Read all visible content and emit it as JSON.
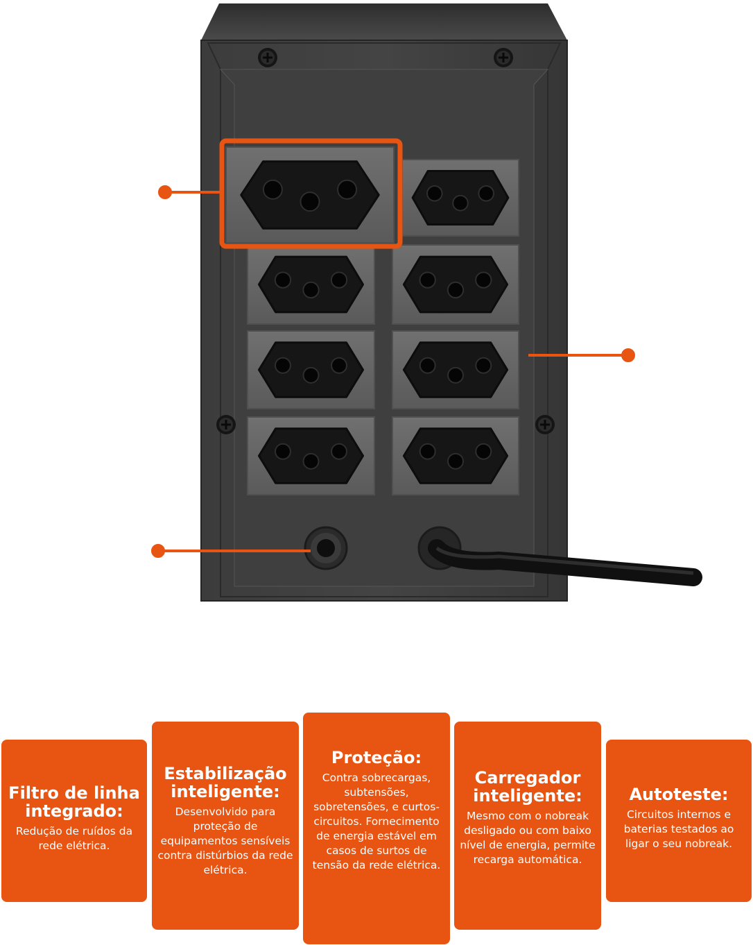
{
  "colors": {
    "accent": "#e85412",
    "body_dark": "#3a3a3a",
    "panel": "#626262",
    "socket": "#161616"
  },
  "features": [
    {
      "title": "Filtro de linha integrado:",
      "text": "Redução de ruídos da rede elétrica."
    },
    {
      "title": "Estabilização inteligente:",
      "text": "Desenvolvido para proteção de equipamentos sensíveis contra distúrbios da rede elétrica."
    },
    {
      "title": "Proteção:",
      "text": "Contra sobrecargas, subtensões, sobretensões, e curtos-circuitos. Fornecimento de energia estável em casos de surtos de tensão da rede elétrica."
    },
    {
      "title": "Carregador inteligente:",
      "text": "Mesmo com o nobreak desligado ou com baixo nível de energia, permite recarga automática."
    },
    {
      "title": "Autoteste:",
      "text": "Circuitos internos e baterias testados ao ligar o seu nobreak."
    }
  ]
}
